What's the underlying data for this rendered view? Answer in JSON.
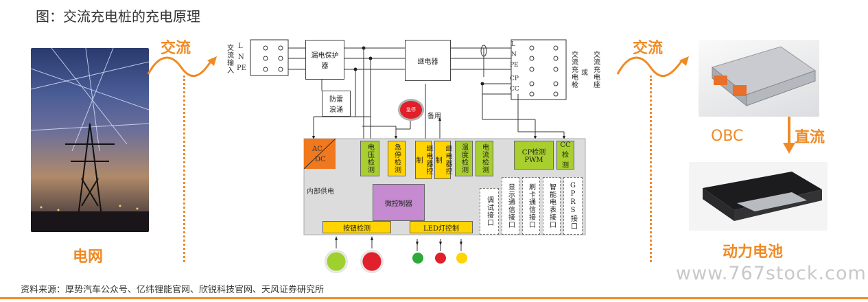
{
  "header": {
    "title": "图：交流充电桩的充电原理"
  },
  "left": {
    "ac_label": "交流",
    "grid_label": "电网"
  },
  "right": {
    "ac_label": "交流",
    "obc_label": "OBC",
    "dc_label": "直流",
    "battery_label": "动力电池"
  },
  "diagram": {
    "input_label": "交流输入",
    "lines_in": [
      "L",
      "N",
      "PE"
    ],
    "leak_protector": "漏电保护器",
    "surge": "防雷浪涌",
    "relay": "继电器",
    "estop_text": "急停",
    "spare": "备用",
    "acdc_a": "AC",
    "acdc_b": "DC",
    "internal_power": "内部供电",
    "modules": [
      "电压检测",
      "急停检测",
      "继电器控制",
      "继电器控制",
      "温度检测",
      "电流检测"
    ],
    "cp_pwm": "CP检测PWM",
    "cc_detect": "CC检测",
    "mcu": "微控制器",
    "debug": "调试接口",
    "right_modules": [
      "显示通信接口",
      "刷卡通信接口",
      "智能电表接口",
      "GPRS接口"
    ],
    "key_detect": "按钮检测",
    "led_control": "LED灯控制",
    "lines_out": [
      "L",
      "N",
      "PE",
      "CP",
      "CC"
    ],
    "out_label_a": "交流充电枪",
    "out_or": "或",
    "out_label_b": "交流充电座"
  },
  "footer": {
    "source": "资料来源：厚势汽车公众号、亿纬锂能官网、欣锐科技官网、天风证券研究所",
    "watermark": "www.767stock.com"
  },
  "colors": {
    "accent": "#f08a24",
    "module_yellow": "#ffd400",
    "module_green": "#a8cf2e",
    "mcu_purple": "#c58ad0",
    "acdc_orange": "#f0781e",
    "estop_red": "#e0202a"
  }
}
